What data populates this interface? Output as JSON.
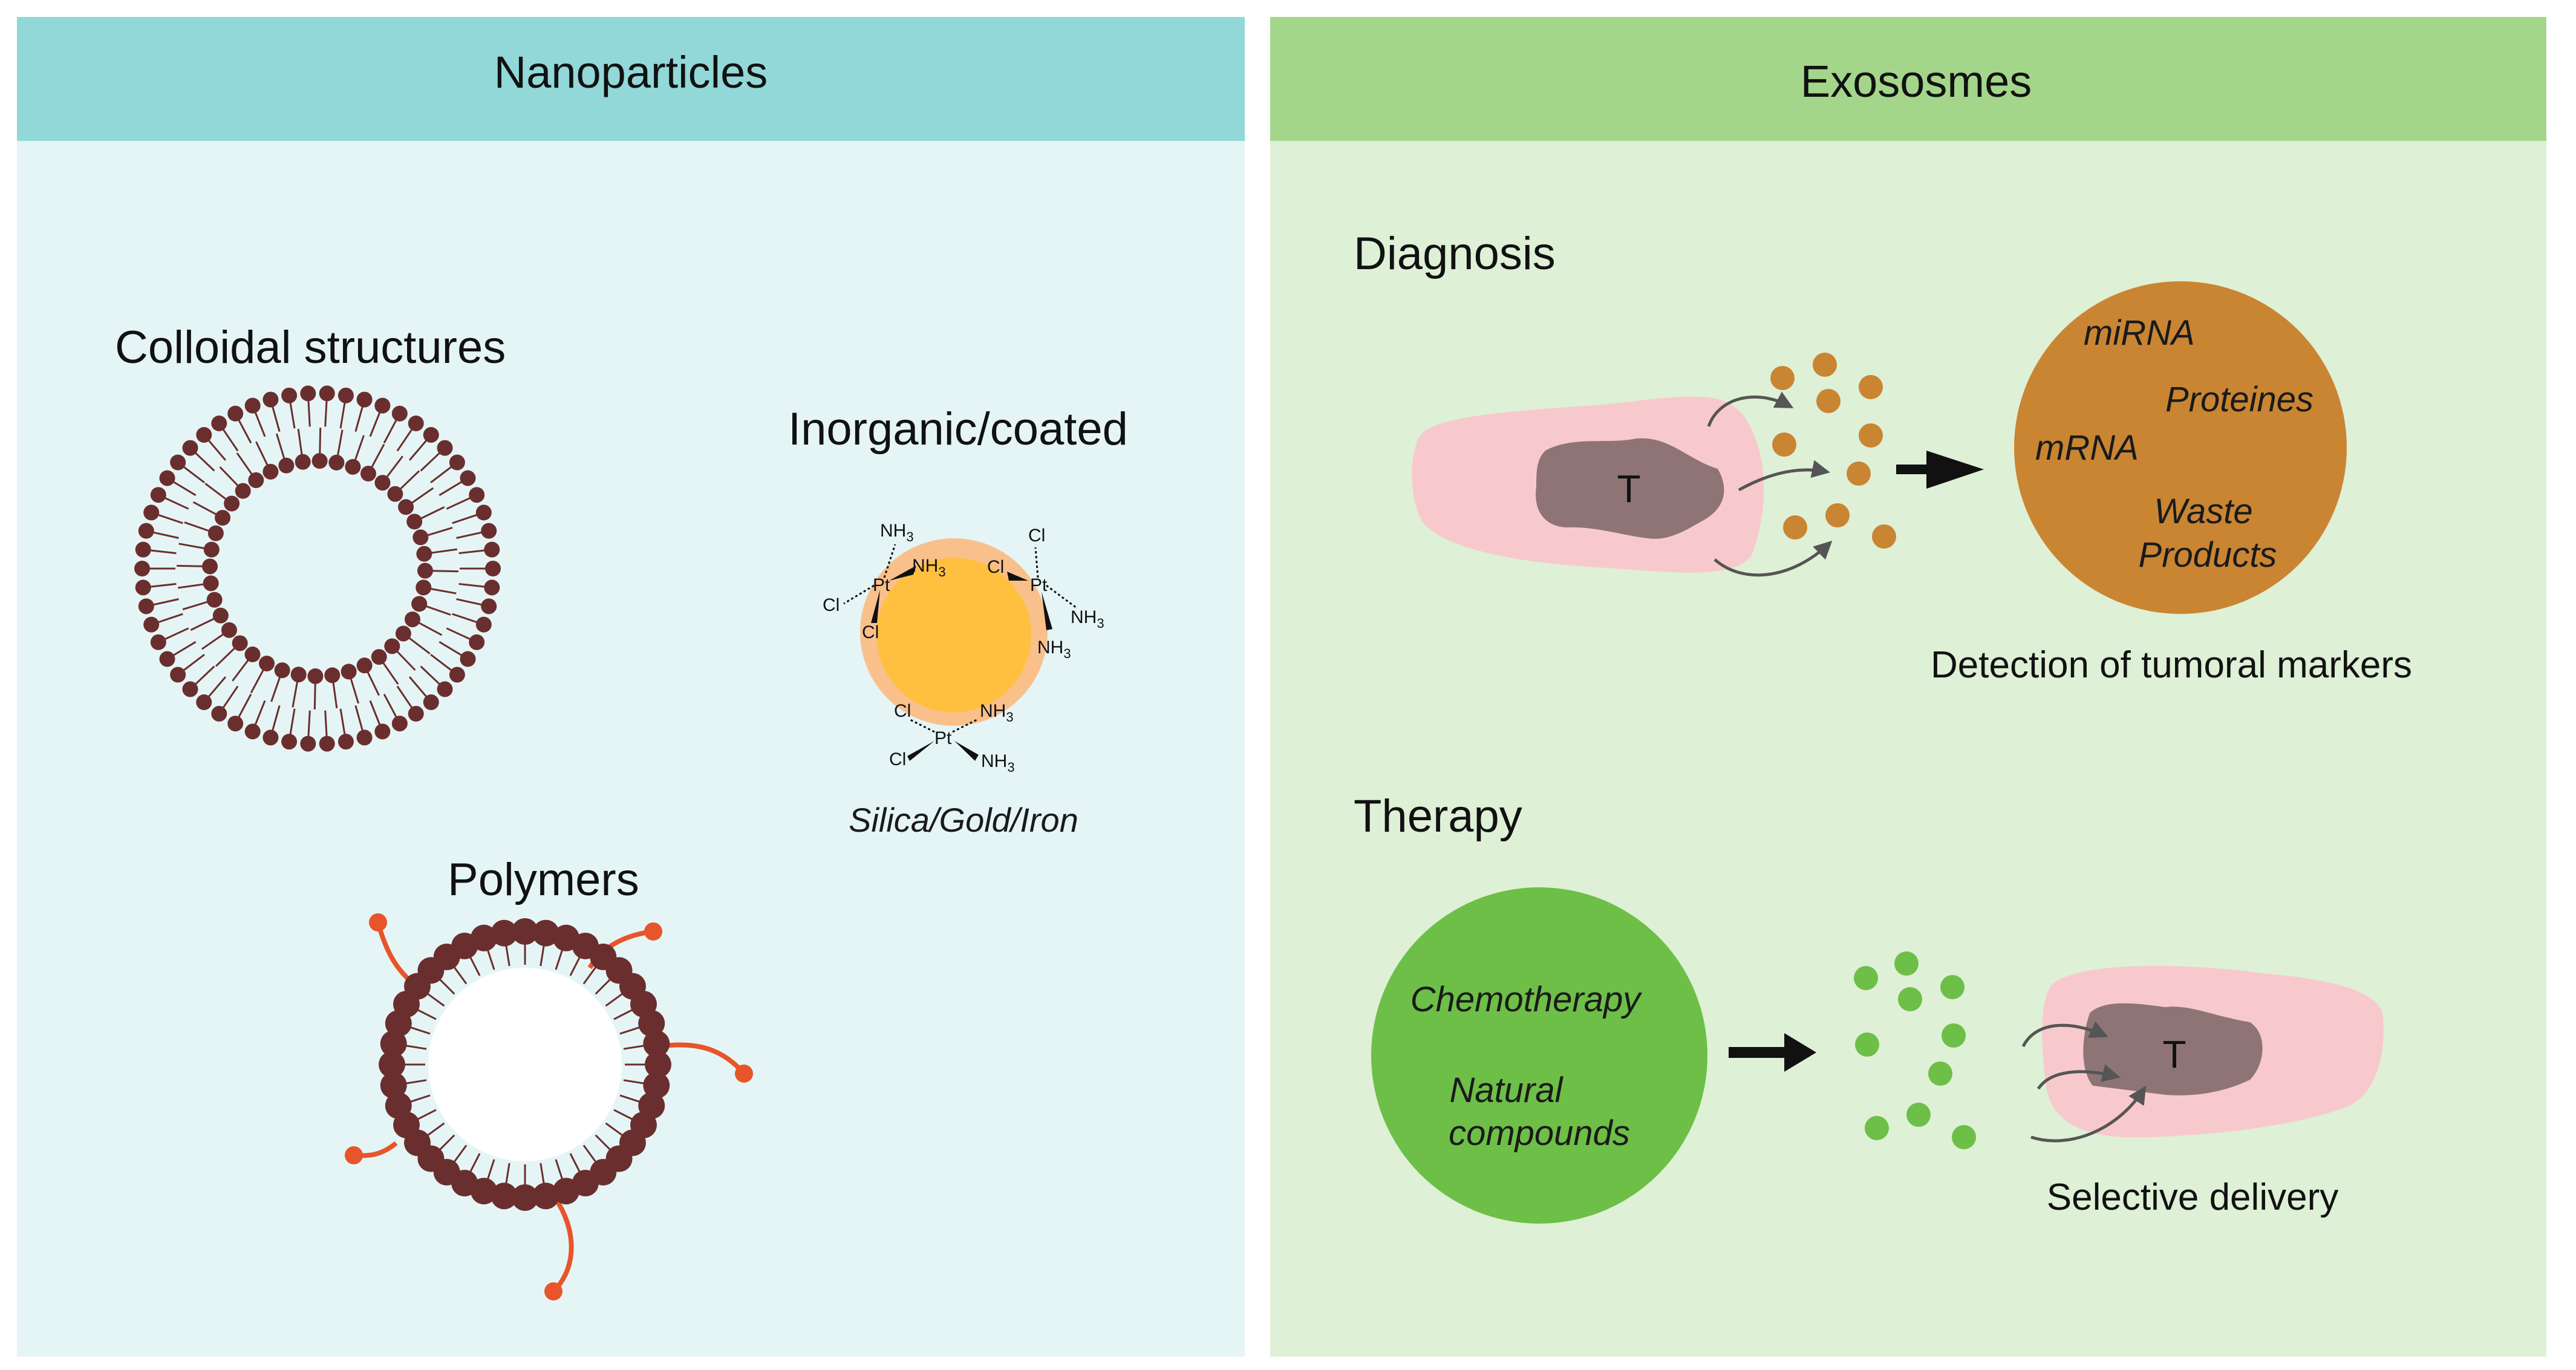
{
  "left_panel": {
    "header": "Nanoparticles",
    "colloidal_label": "Colloidal structures",
    "inorganic_label": "Inorganic/coated",
    "inorganic_caption": "Silica/Gold/Iron",
    "polymers_label": "Polymers",
    "chem_labels": {
      "cl": "Cl",
      "pt": "Pt",
      "nh3": "NH3"
    }
  },
  "right_panel": {
    "header": "Exososmes",
    "diagnosis": {
      "title": "Diagnosis",
      "tumor_label": "T",
      "markers": [
        "miRNA",
        "Proteines",
        "mRNA",
        "Waste",
        "Products"
      ],
      "caption": "Detection of tumoral markers"
    },
    "therapy": {
      "title": "Therapy",
      "agents": [
        "Chemotherapy",
        "Natural",
        "compounds"
      ],
      "tumor_label": "T",
      "caption": "Selective delivery"
    }
  },
  "colors": {
    "left_header": "#92d8d8",
    "left_body": "#e5f5f5",
    "right_header": "#a3d68b",
    "right_body": "#def0d6",
    "lipid": "#6b2e2e",
    "orange_dot": "#c98532",
    "green_dot": "#6dbf47",
    "pink": "#f8c9cc",
    "tumor": "#8e7475",
    "polymer_chain": "#e8552a",
    "gold_core": "#ffc040",
    "gold_shell": "#f9c08c"
  }
}
